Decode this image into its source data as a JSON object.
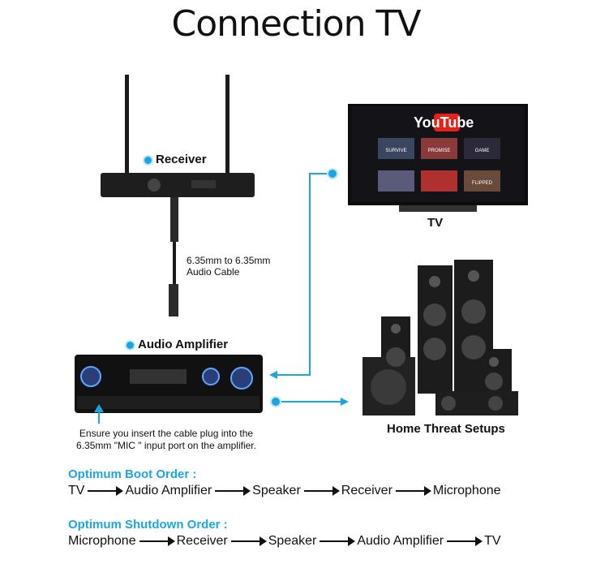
{
  "title": "Connection TV",
  "labels": {
    "receiver": "Receiver",
    "amplifier": "Audio Amplifier",
    "tv": "TV",
    "speakers": "Home Threat Setups",
    "cable_line1": "6.35mm to 6.35mm",
    "cable_line2": "Audio Cable",
    "note_line1": "Ensure you insert the cable plug into the",
    "note_line2": "6.35mm \"MIC \" input port on the amplifier."
  },
  "tv_screen": {
    "brand": "YouTube",
    "tiles": [
      "SURVIVE",
      "PROMISE",
      "GAME",
      "",
      "",
      "FLIPPED"
    ]
  },
  "boot_order": {
    "title": "Optimum Boot Order :",
    "steps": [
      "TV",
      "Audio Amplifier",
      "Speaker",
      "Receiver",
      "Microphone"
    ]
  },
  "shutdown_order": {
    "title": "Optimum Shutdown Order :",
    "steps": [
      "Microphone",
      "Receiver",
      "Speaker",
      "Audio Amplifier",
      "TV"
    ]
  },
  "colors": {
    "accent": "#1aa7e0",
    "device": "#1b1b1b",
    "youtube_red": "#e62117"
  }
}
